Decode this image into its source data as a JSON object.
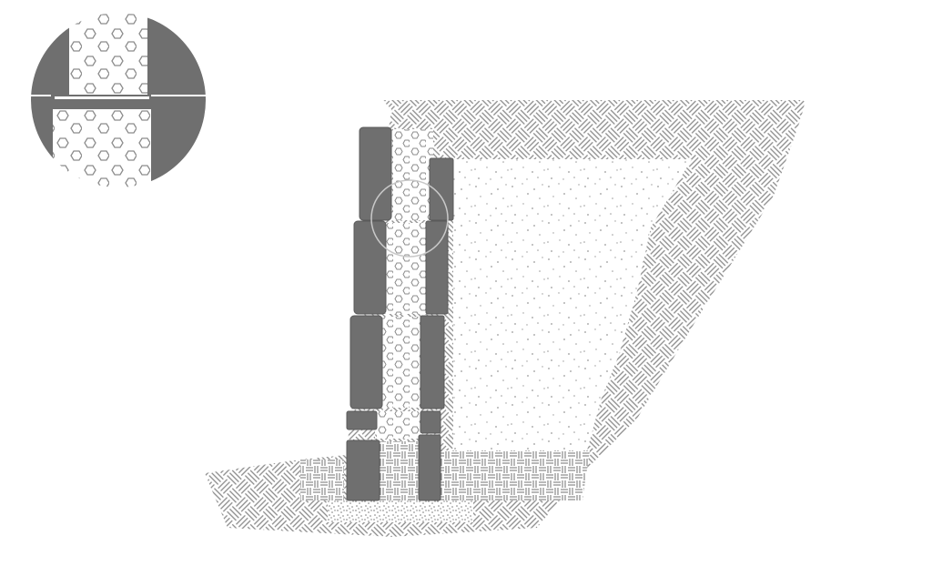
{
  "diagram": {
    "kind": "retaining-wall-cross-section",
    "colors": {
      "background": "#ffffff",
      "block": "#6f6f6f",
      "block_edge": "#5a5a5a",
      "hatch": "#8a8a8a",
      "gravel": "#8c8c8c",
      "sand": "#9a9a9a",
      "base_gravel": "#7a7a7a"
    },
    "materials": {
      "native_soil": "basket-weave-hatch",
      "reinforced_backfill": "stipple",
      "block_core_fill": "hexagon-gravel",
      "leveling_pad": "dense-stipple",
      "drainage_base": "tight-basket-weave"
    },
    "wall": {
      "course_count": 5,
      "block_face_color": "#6f6f6f"
    },
    "detail_callout": {
      "shape": "circle",
      "shows": "block-joint-detail"
    }
  }
}
